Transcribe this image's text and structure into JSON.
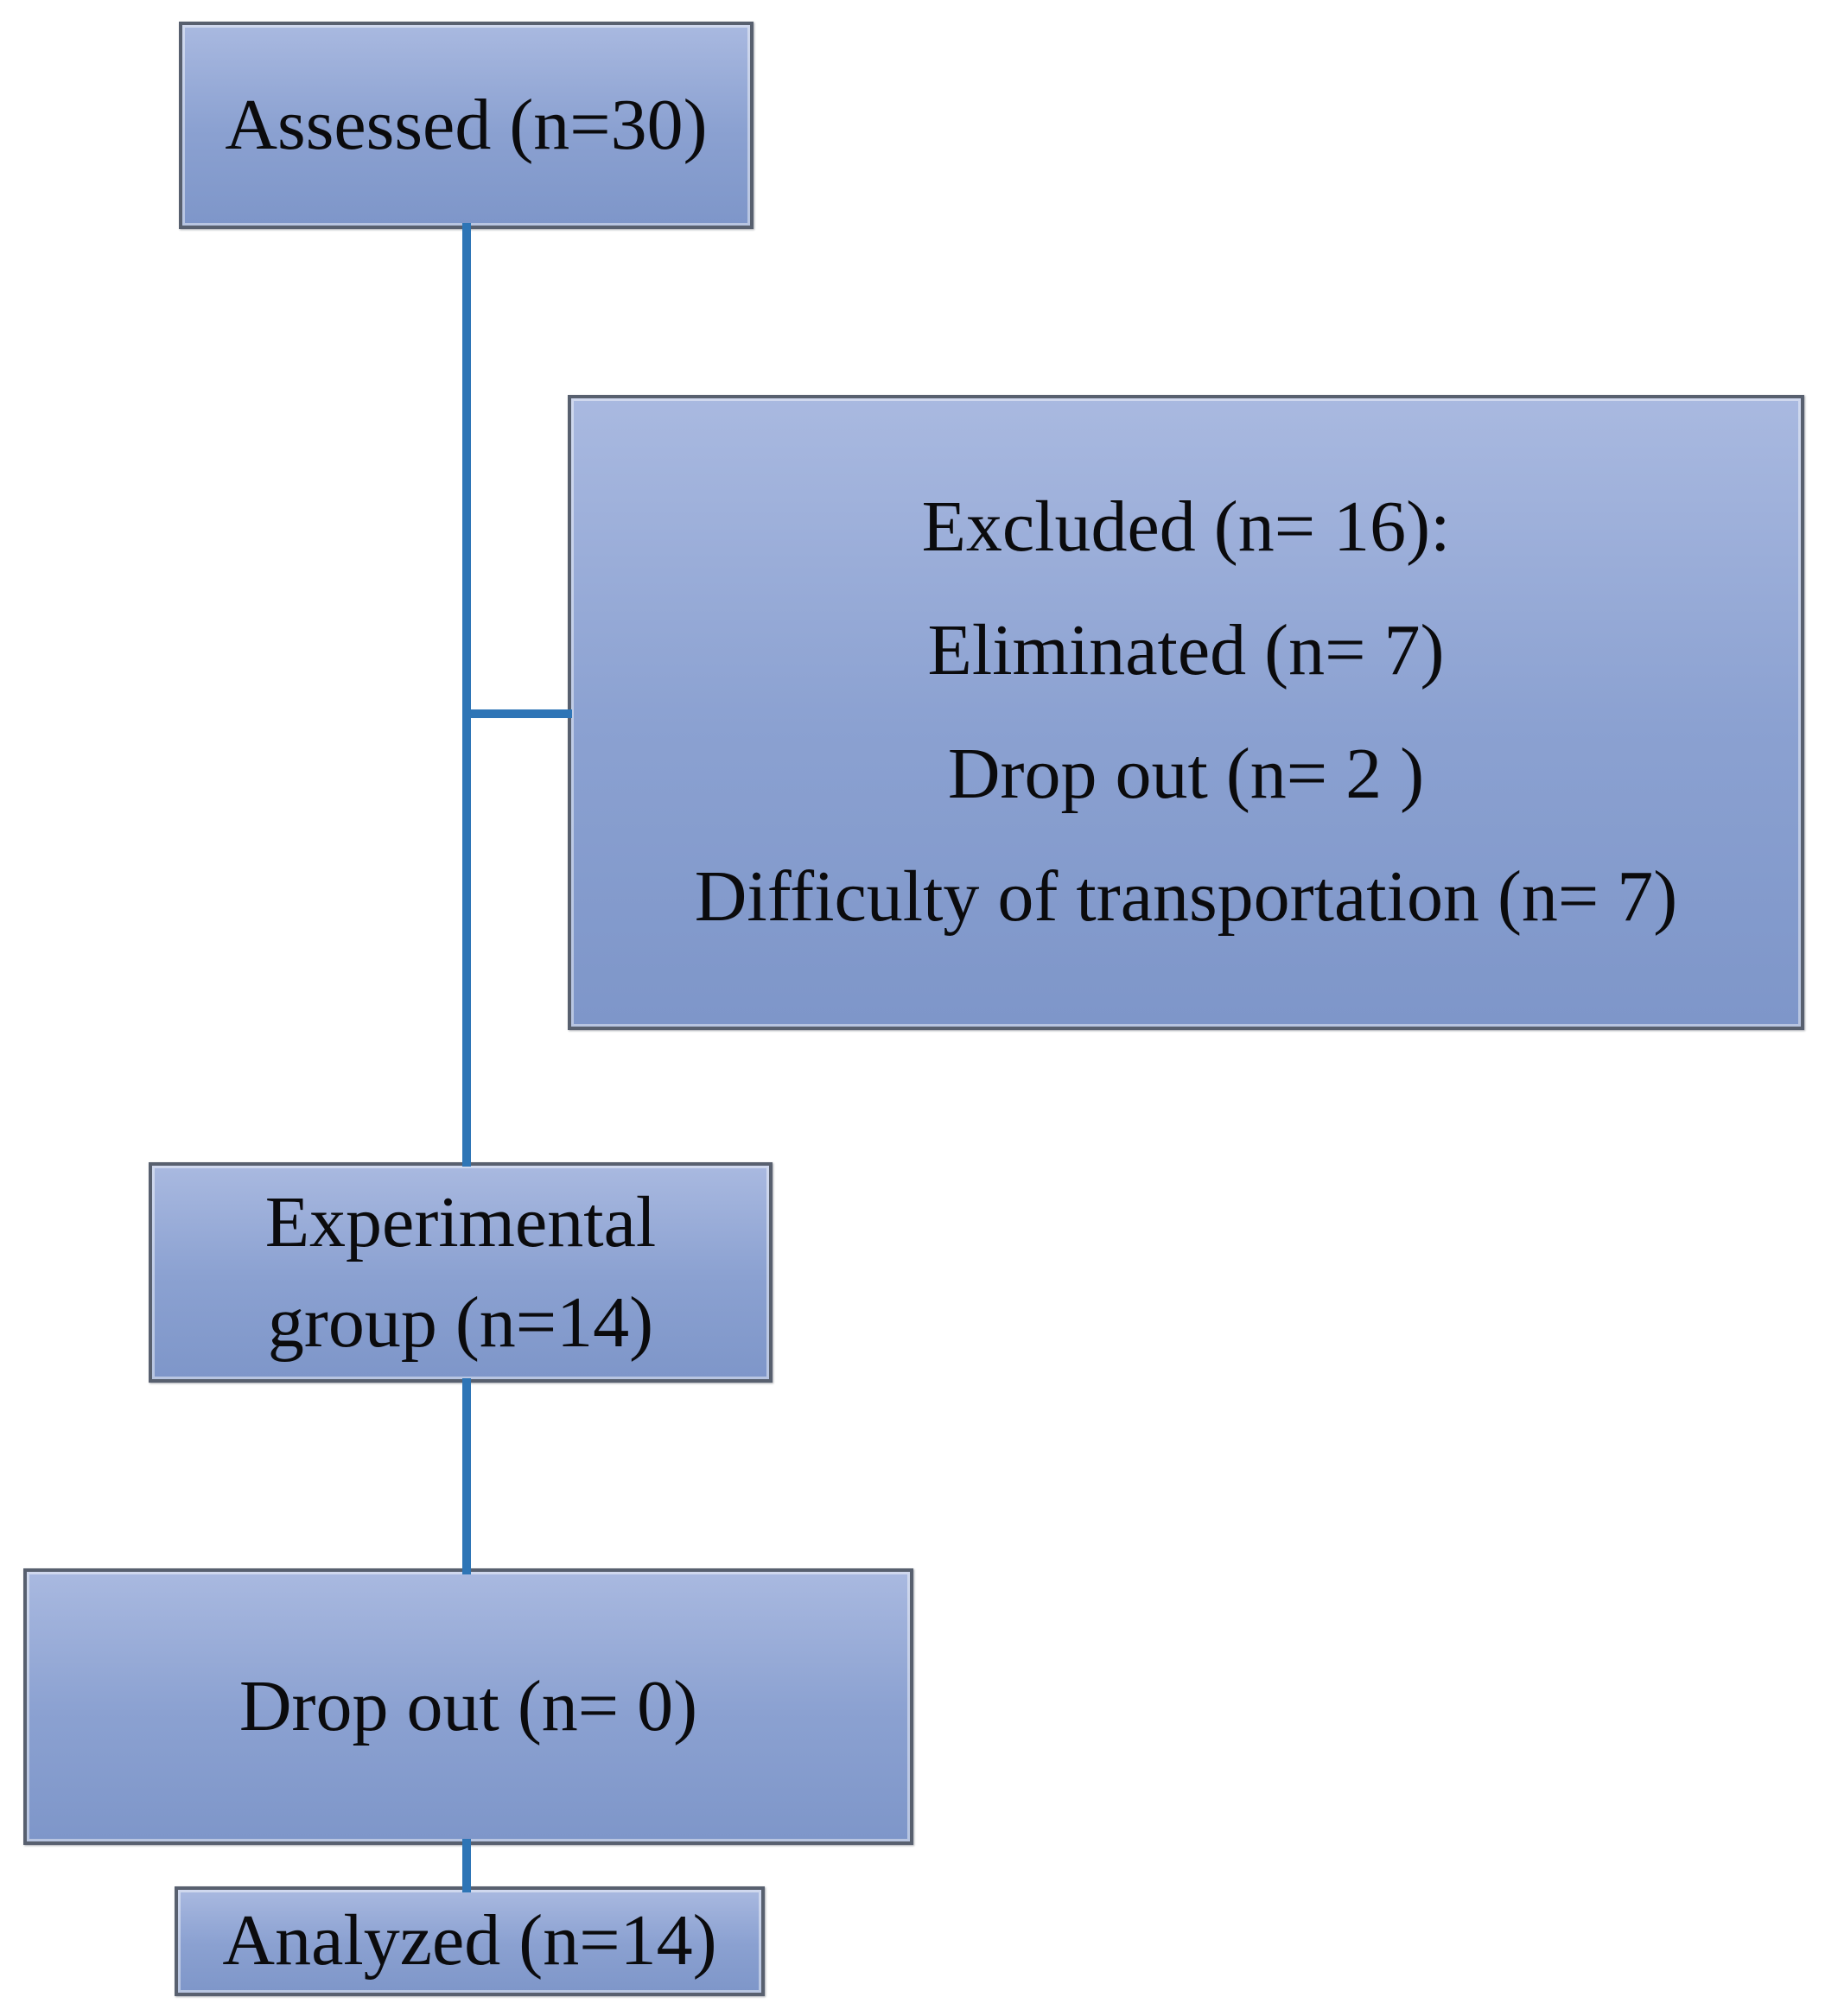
{
  "diagram": {
    "type": "flowchart",
    "nodes": {
      "assessed": {
        "text": "Assessed (n=30)"
      },
      "excluded": {
        "title": "Excluded (n= 16):",
        "items": [
          "Eliminated (n= 7)",
          "Drop out (n= 2 )",
          "Difficulty of transportation (n= 7)"
        ]
      },
      "experimental": {
        "lines": [
          "Experimental",
          "group (n=14)"
        ]
      },
      "dropout": {
        "text": "Drop out (n= 0)"
      },
      "analyzed": {
        "text": "Analyzed (n=14)"
      }
    },
    "edges": [
      {
        "from": "assessed",
        "to": "experimental"
      },
      {
        "from": "assessed",
        "to": "excluded"
      },
      {
        "from": "experimental",
        "to": "dropout"
      },
      {
        "from": "dropout",
        "to": "analyzed"
      }
    ],
    "colors": {
      "connector": "#2E75B6",
      "box_border": "#58606F",
      "box_fill_top": "#A9B9E0",
      "box_fill_mid": "#8BA1D1",
      "box_fill_bottom": "#7E96C9",
      "text": "#0B0B0D",
      "background": "#FFFFFF"
    }
  }
}
